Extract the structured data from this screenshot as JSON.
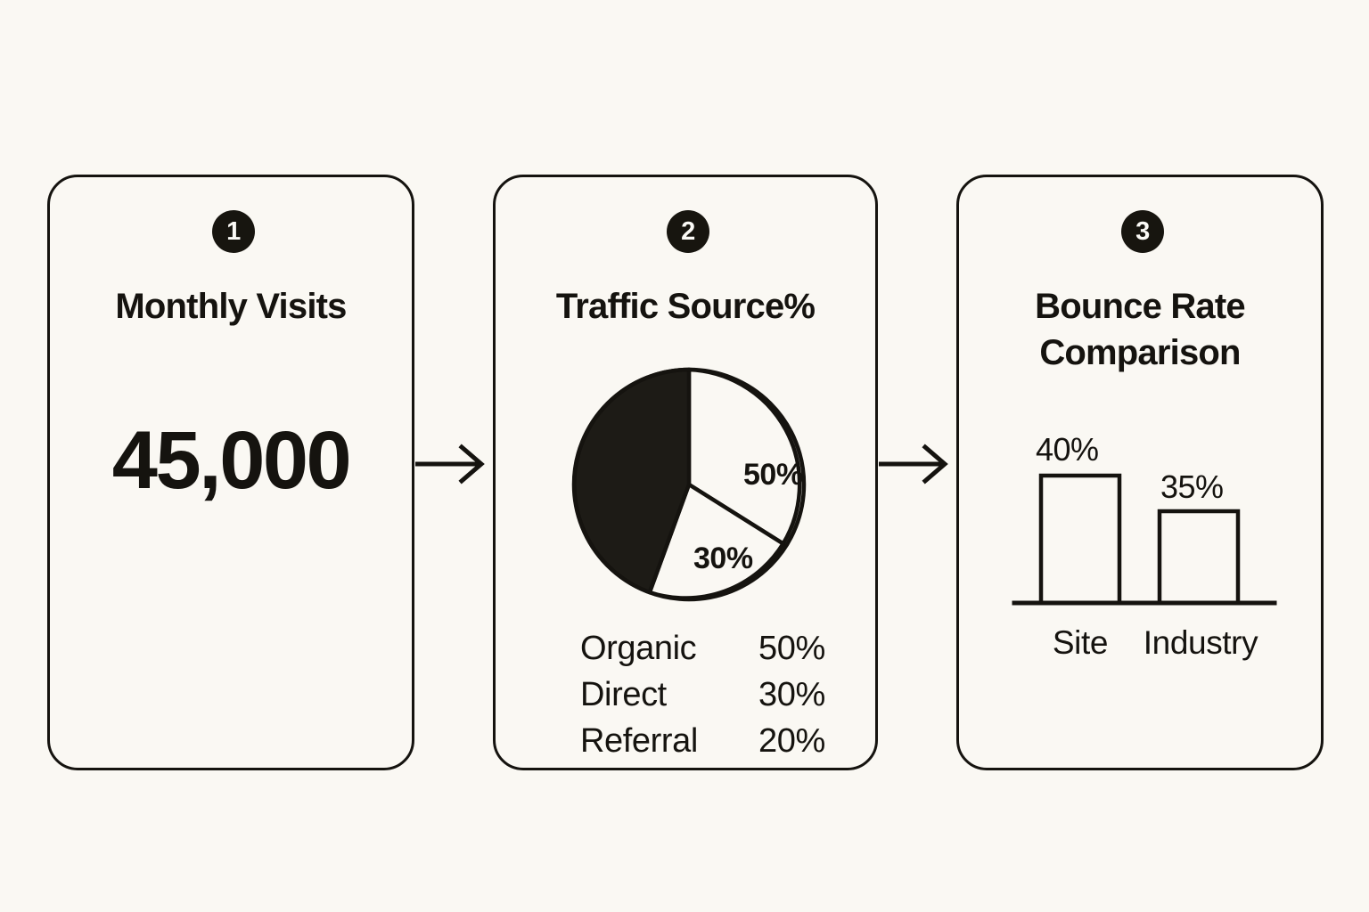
{
  "theme": {
    "background": "#faf8f3",
    "ink": "#15130f",
    "badge_bg": "#17150f",
    "badge_text": "#fbfaf6",
    "slice_dark": "#1d1b16",
    "slice_light": "#faf8f3"
  },
  "cards": [
    {
      "step": "1",
      "title": "Monthly Visits",
      "metric": "45,000"
    },
    {
      "step": "2",
      "title": "Traffic Source%",
      "pie_labels": [
        "50%",
        "30%"
      ],
      "legend": [
        {
          "name": "Organic",
          "value": "50%"
        },
        {
          "name": "Direct",
          "value": "30%"
        },
        {
          "name": "Referral",
          "value": "20%"
        }
      ]
    },
    {
      "step": "3",
      "title": "Bounce Rate Comparison",
      "bar_values": [
        "40%",
        "35%"
      ],
      "bar_categories": [
        "Site",
        "Industry"
      ]
    }
  ],
  "connectors": [
    {
      "name": "arrow-right-icon"
    },
    {
      "name": "arrow-right-icon"
    }
  ],
  "chart_data": [
    {
      "type": "pie",
      "title": "Traffic Source%",
      "categories": [
        "Organic",
        "Direct",
        "Referral"
      ],
      "values": [
        50,
        30,
        20
      ],
      "unit": "%",
      "slice_labels": [
        "50%",
        "30%",
        ""
      ],
      "colors": [
        "#faf8f3",
        "#faf8f3",
        "#1d1b16"
      ],
      "start_angle_deg": 0,
      "direction": "clockwise",
      "legend": "below",
      "grid": false
    },
    {
      "type": "bar",
      "title": "Bounce Rate Comparison",
      "categories": [
        "Site",
        "Industry"
      ],
      "values": [
        40,
        35
      ],
      "unit": "%",
      "data_labels": [
        "40%",
        "35%"
      ],
      "xlabel": "",
      "ylabel": "",
      "ylim": [
        0,
        50
      ],
      "grid": false,
      "bar_style": "outline"
    }
  ]
}
